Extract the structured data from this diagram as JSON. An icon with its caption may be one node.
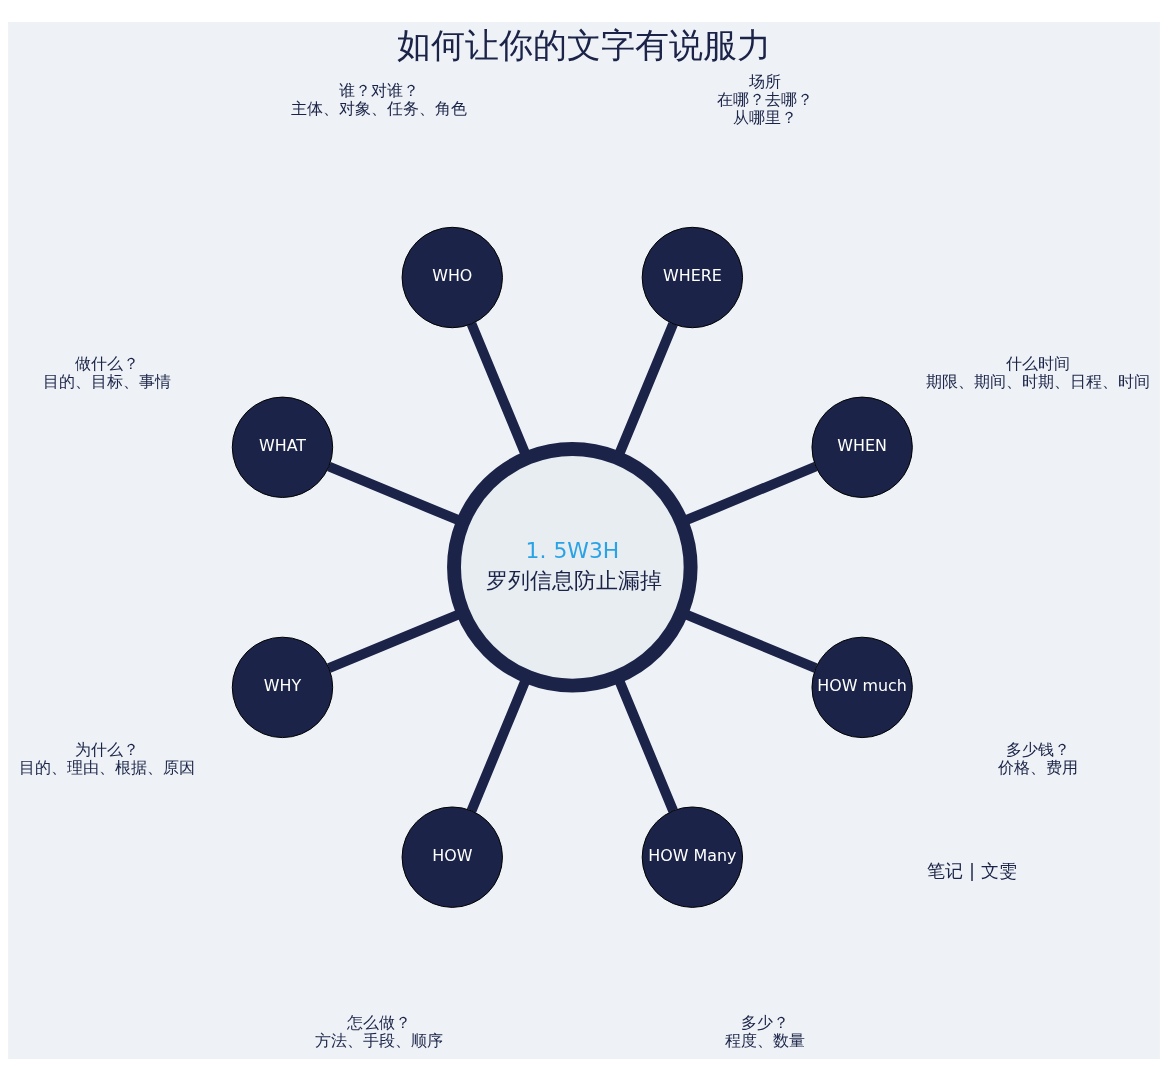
{
  "diagram": {
    "title": "如何让你的文字有说服力",
    "nodes": [
      {
        "text": [
          "1. 5W3H",
          "罗列信息防止漏掉"
        ]
      },
      {
        "text": [
          "WHEN"
        ],
        "beside": [
          "什么时间",
          "期限、期间、时期、日程、时间"
        ]
      },
      {
        "text": [
          "WHERE"
        ],
        "beside": [
          "场所",
          "在哪？去哪？",
          "从哪里？"
        ]
      },
      {
        "text": [
          "WHO"
        ],
        "beside": [
          "谁？对谁？",
          "主体、对象、任务、角色"
        ]
      },
      {
        "text": [
          "WHAT"
        ],
        "beside": [
          "做什么？",
          "目的、目标、事情"
        ]
      },
      {
        "text": [
          "WHY"
        ],
        "beside": [
          "为什么？",
          "目的、理由、根据、原因"
        ]
      },
      {
        "text": [
          "HOW"
        ],
        "beside": [
          "怎么做？",
          "方法、手段、顺序"
        ]
      },
      {
        "text": [
          "HOW Many"
        ],
        "beside": [
          "多少？",
          "程度、数量"
        ]
      },
      {
        "text": [
          "HOW much"
        ],
        "beside": [
          "多少钱？",
          "价格、费用"
        ]
      }
    ],
    "edges": [
      {
        "from": 0,
        "to": 1,
        "arrow": "none"
      },
      {
        "from": 0,
        "to": 2,
        "arrow": "none"
      },
      {
        "from": 0,
        "to": 3,
        "arrow": "none"
      },
      {
        "from": 0,
        "to": 4,
        "arrow": "none"
      },
      {
        "from": 0,
        "to": 5,
        "arrow": "none"
      },
      {
        "from": 0,
        "to": 6,
        "arrow": "none"
      },
      {
        "from": 0,
        "to": 7,
        "arrow": "none"
      },
      {
        "from": 0,
        "to": 8,
        "arrow": "none"
      }
    ],
    "labels": [
      "笔记 | 文雯"
    ]
  }
}
